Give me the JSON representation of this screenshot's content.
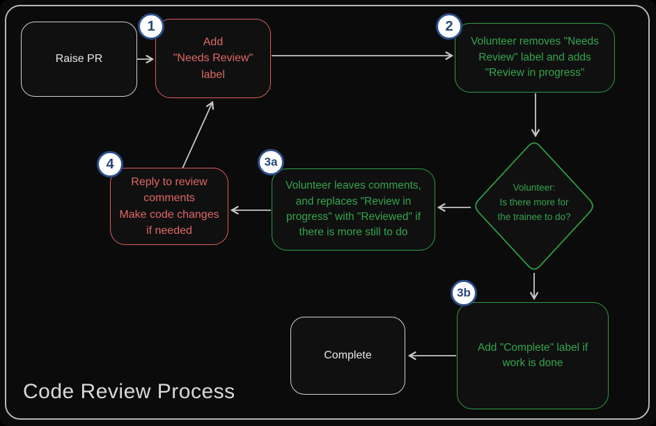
{
  "title": "Code Review Process",
  "colors": {
    "red": "#dd5e5e",
    "green": "#2f9e44",
    "frame_gray": "#b9b9b9",
    "arrow_gray": "#c9c9c9",
    "badge_border_blue": "#2b4e8c",
    "badge_text_blue": "#27467c",
    "badge_bg": "#ffffff",
    "background": "#0b0b0b",
    "text_light": "#e9e9e9"
  },
  "nodes": {
    "raise_pr": {
      "label": "Raise PR"
    },
    "step1": {
      "badge": "1",
      "label": "Add\n\"Needs Review\"\nlabel"
    },
    "step2": {
      "badge": "2",
      "label": "Volunteer removes \"Needs\nReview\" label and adds\n\"Review in progress\""
    },
    "decision": {
      "label": "Volunteer:\nIs there more for\nthe trainee to do?"
    },
    "step3a": {
      "badge": "3a",
      "label": "Volunteer leaves comments,\nand replaces \"Review in\nprogress\" with \"Reviewed\" if\nthere is more still to do"
    },
    "step4": {
      "badge": "4",
      "label": "Reply to review\ncomments\nMake code changes\nif needed"
    },
    "step3b": {
      "badge": "3b",
      "label": "Add \"Complete\" label if\nwork is done"
    },
    "complete": {
      "label": "Complete"
    }
  }
}
